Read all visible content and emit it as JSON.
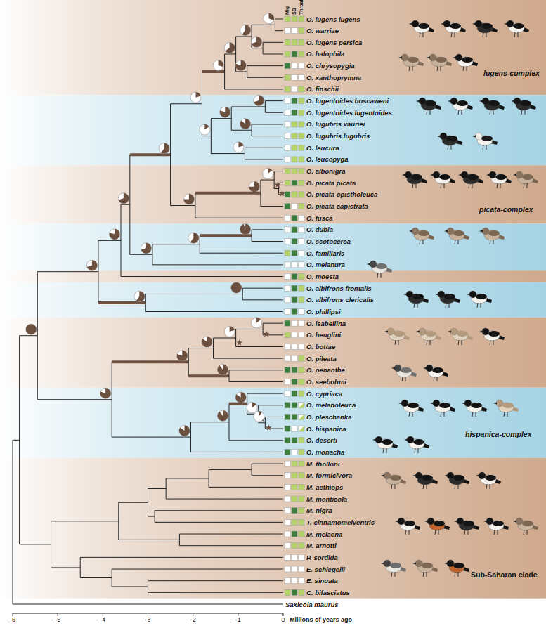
{
  "diagram": {
    "labels": [
      "Mig",
      "SD",
      "Throat",
      "O. lugens lugens",
      "O. warriae",
      "O. lugens persica",
      "O. halophila",
      "O. chrysopygia",
      "O. xanthoprymna",
      "O. finschii",
      "O. lugentoides boscaweni",
      "O. lugentoides lugentoides",
      "O. lugubris vauriei",
      "O. lugubris lugubris",
      "O. leucura",
      "O. leucopyga",
      "O. albonigra",
      "O. picata picata",
      "O. picata opistholeuca",
      "O. picata capistrata",
      "O. fusca",
      "O. dubia",
      "O. scotocerca",
      "O. familiaris",
      "O. melanura",
      "O. moesta",
      "O. albifrons frontalis",
      "O. albifrons clericalis",
      "O. phillipsi",
      "O. isabellina",
      "O. heuglini",
      "O. bottae",
      "O. pileata",
      "O. oenanthe",
      "O. seebohmi",
      "O. cypriaca",
      "O. melanoleuca",
      "O. pleschanka",
      "O. hispanica",
      "O. deserti",
      "O. monacha",
      "M. tholloni",
      "M. formicivora",
      "M. aethiops",
      "M. monticola",
      "M. nigra",
      "T. cinnamomeiventris",
      "M. melaena",
      "M. arnotti",
      "P. sordida",
      "E. schlegelii",
      "E. sinuata",
      "C. bifasciatus",
      "Saxicola maurus",
      "lugens-complex",
      "picata-complex",
      "hispanica-complex",
      "Sub-Saharan clade",
      "-6",
      "-5",
      "-4",
      "-3",
      "-2",
      "-1",
      "0",
      "Millions of years ago"
    ]
  }
}
